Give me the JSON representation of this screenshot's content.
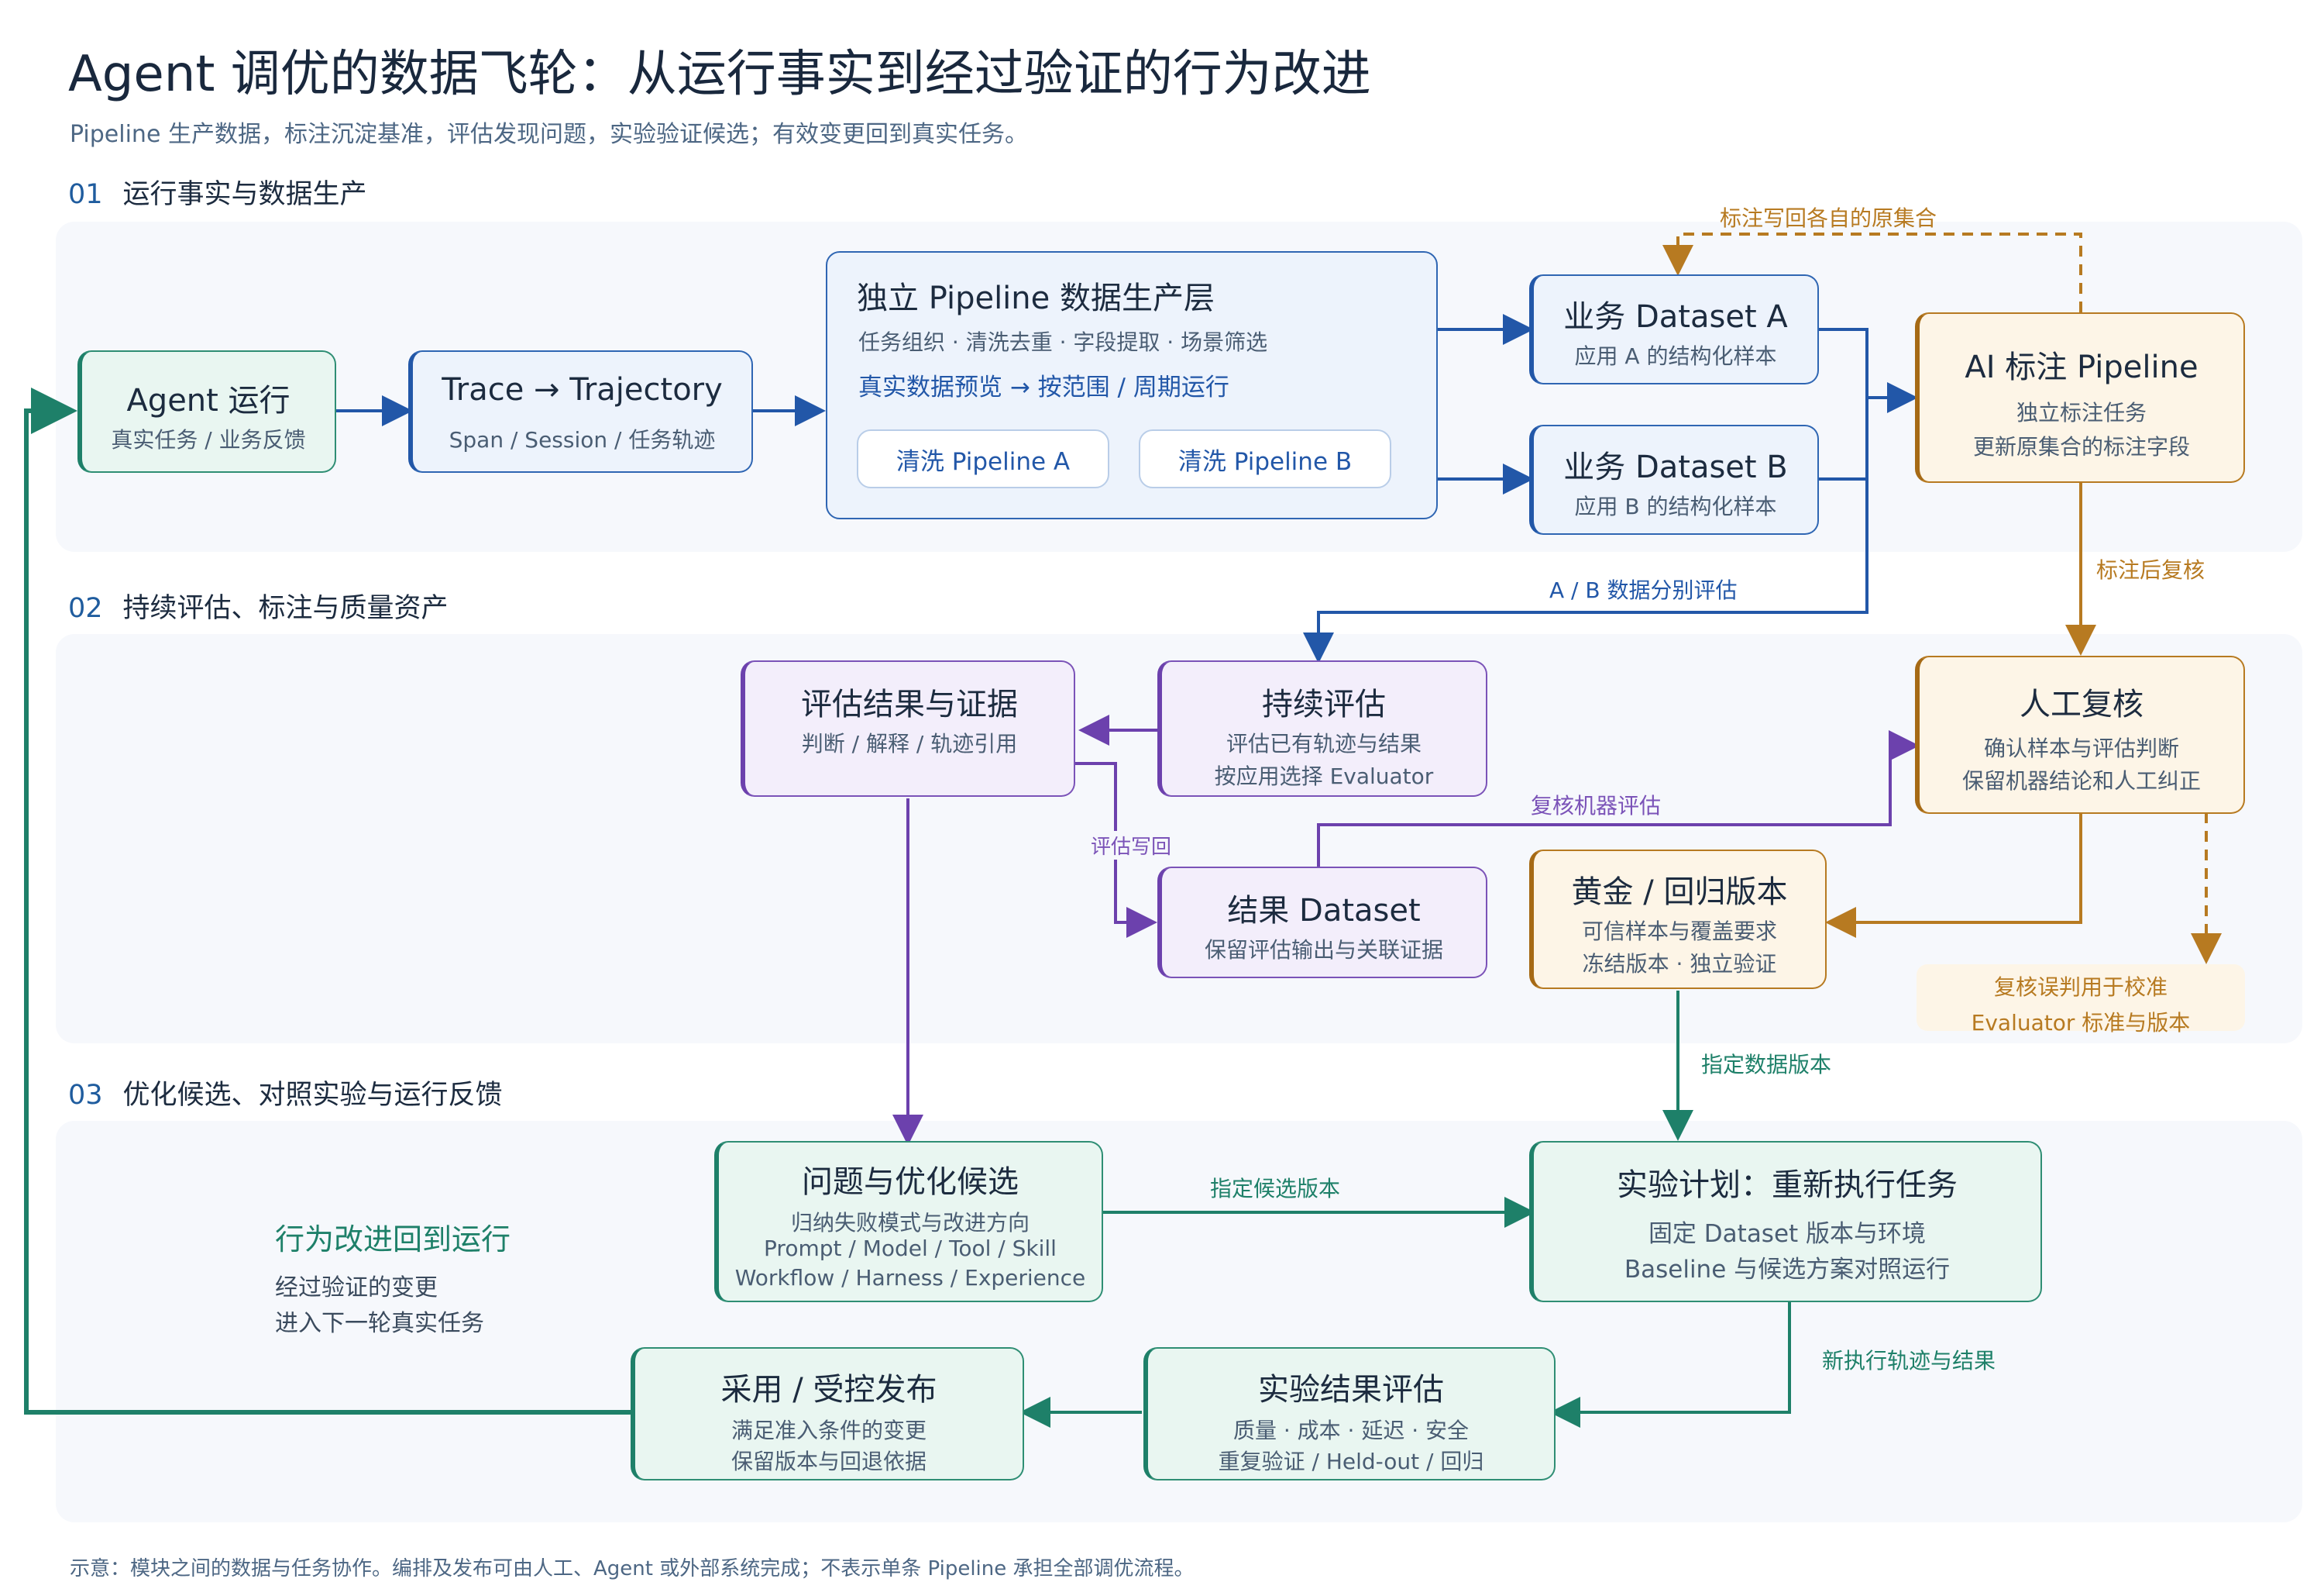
{
  "header": {
    "title": "Agent 调优的数据飞轮：从运行事实到经过验证的行为改进",
    "subtitle": "Pipeline 生产数据，标注沉淀基准，评估发现问题，实验验证候选；有效变更回到真实任务。"
  },
  "sections": [
    {
      "num": "01",
      "label": "运行事实与数据生产"
    },
    {
      "num": "02",
      "label": "持续评估、标注与质量资产"
    },
    {
      "num": "03",
      "label": "优化候选、对照实验与运行反馈"
    }
  ],
  "nodes": {
    "agent_run": {
      "title": "Agent 运行",
      "sub": "真实任务 / 业务反馈"
    },
    "trace": {
      "title": "Trace → Trajectory",
      "sub": "Span / Session / 任务轨迹"
    },
    "pipeline_layer": {
      "title": "独立 Pipeline 数据生产层",
      "sub": "任务组织 · 清洗去重 · 字段提取 · 场景筛选",
      "link": "真实数据预览 → 按范围 / 周期运行",
      "pipe_a": "清洗 Pipeline A",
      "pipe_b": "清洗 Pipeline B"
    },
    "dataset_a": {
      "title": "业务 Dataset A",
      "sub": "应用 A 的结构化样本"
    },
    "dataset_b": {
      "title": "业务 Dataset B",
      "sub": "应用 B 的结构化样本"
    },
    "ai_label": {
      "title": "AI 标注 Pipeline",
      "sub1": "独立标注任务",
      "sub2": "更新原集合的标注字段"
    },
    "eval_result": {
      "title": "评估结果与证据",
      "sub": "判断 / 解释 / 轨迹引用"
    },
    "continuous_eval": {
      "title": "持续评估",
      "sub1": "评估已有轨迹与结果",
      "sub2": "按应用选择 Evaluator"
    },
    "human_review": {
      "title": "人工复核",
      "sub1": "确认样本与评估判断",
      "sub2": "保留机器结论和人工纠正"
    },
    "result_dataset": {
      "title": "结果 Dataset",
      "sub": "保留评估输出与关联证据"
    },
    "golden": {
      "title": "黄金 / 回归版本",
      "sub1": "可信样本与覆盖要求",
      "sub2": "冻结版本 · 独立验证"
    },
    "calibration": {
      "line1": "复核误判用于校准",
      "line2": "Evaluator 标准与版本"
    },
    "candidates": {
      "title": "问题与优化候选",
      "sub1": "归纳失败模式与改进方向",
      "sub2": "Prompt / Model / Tool / Skill",
      "sub3": "Workflow / Harness / Experience"
    },
    "experiment": {
      "title": "实验计划：重新执行任务",
      "sub1": "固定 Dataset 版本与环境",
      "sub2": "Baseline 与候选方案对照运行"
    },
    "exp_eval": {
      "title": "实验结果评估",
      "sub1": "质量 · 成本 · 延迟 · 安全",
      "sub2": "重复验证 / Held-out / 回归"
    },
    "adopt": {
      "title": "采用 / 受控发布",
      "sub1": "满足准入条件的变更",
      "sub2": "保留版本与回退依据"
    }
  },
  "edge_labels": {
    "writeback": "标注写回各自的原集合",
    "post_review": "标注后复核",
    "ab_eval": "A / B 数据分别评估",
    "eval_writeback": "评估写回",
    "review_machine": "复核机器评估",
    "specify_version": "指定数据版本",
    "specify_candidate": "指定候选版本",
    "new_trace": "新执行轨迹与结果"
  },
  "feedback": {
    "title": "行为改进回到运行",
    "line1": "经过验证的变更",
    "line2": "进入下一轮真实任务"
  },
  "footer": "示意：模块之间的数据与任务协作。编排及发布可由人工、Agent 或外部系统完成；不表示单条 Pipeline 承担全部调优流程。",
  "colors": {
    "blue": "#2257a8",
    "purple": "#6c41ad",
    "orange": "#b77a21",
    "green": "#1e8069"
  }
}
